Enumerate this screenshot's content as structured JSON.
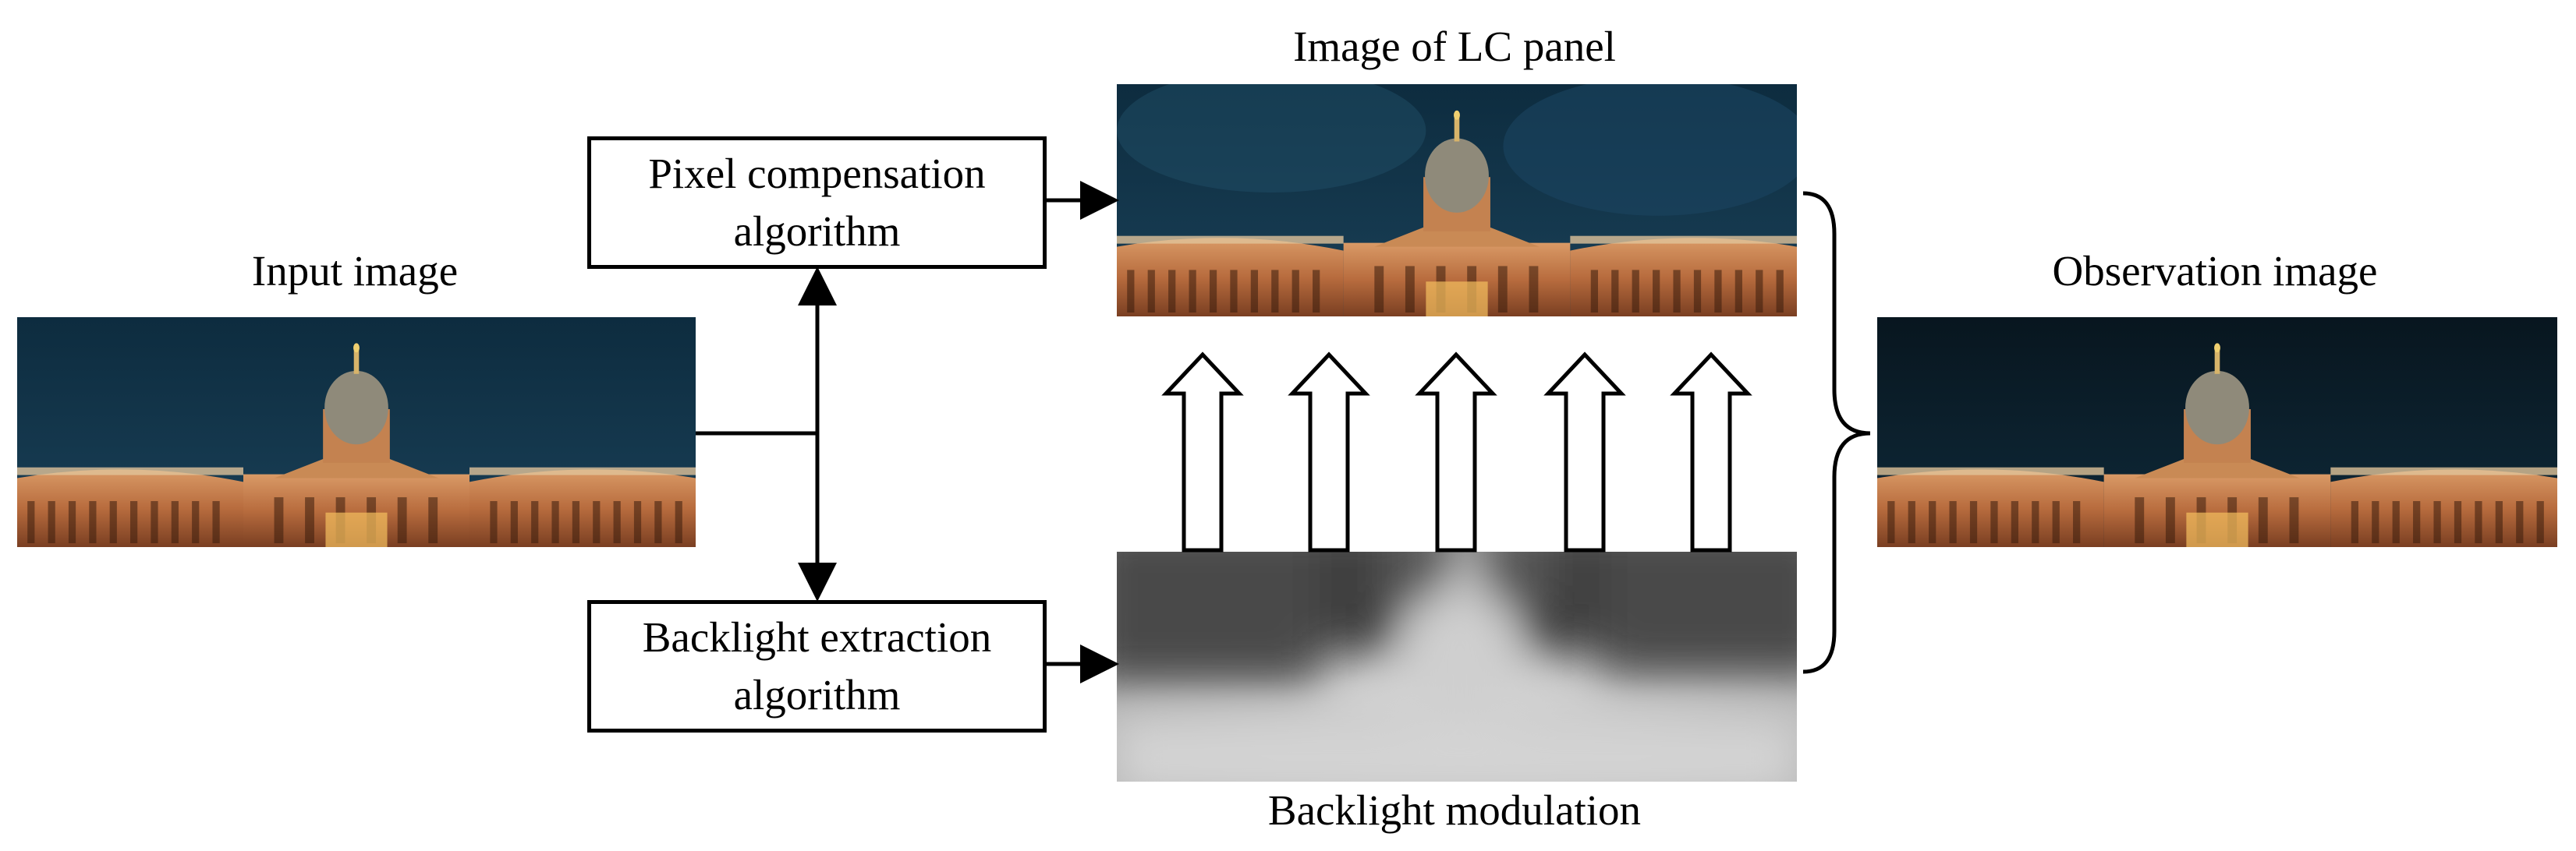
{
  "labels": {
    "input": "Input image",
    "lc_panel": "Image of LC panel",
    "observation": "Observation image",
    "backlight_modulation": "Backlight modulation"
  },
  "boxes": {
    "pixel_compensation": {
      "line1": "Pixel compensation",
      "line2": "algorithm"
    },
    "backlight_extraction": {
      "line1": "Backlight extraction",
      "line2": "algorithm"
    }
  },
  "colors": {
    "sky_dark": "#0b2433",
    "sky_mid": "#1b4257",
    "building_warm": "#b46a3c",
    "building_light": "#e8b07a",
    "backlight_dark": "#3a3a3a",
    "backlight_light": "#d0d0d0"
  },
  "icons": [
    "arrow-right-icon",
    "double-arrow-icon",
    "hollow-up-arrow-icon",
    "curly-brace-icon"
  ]
}
